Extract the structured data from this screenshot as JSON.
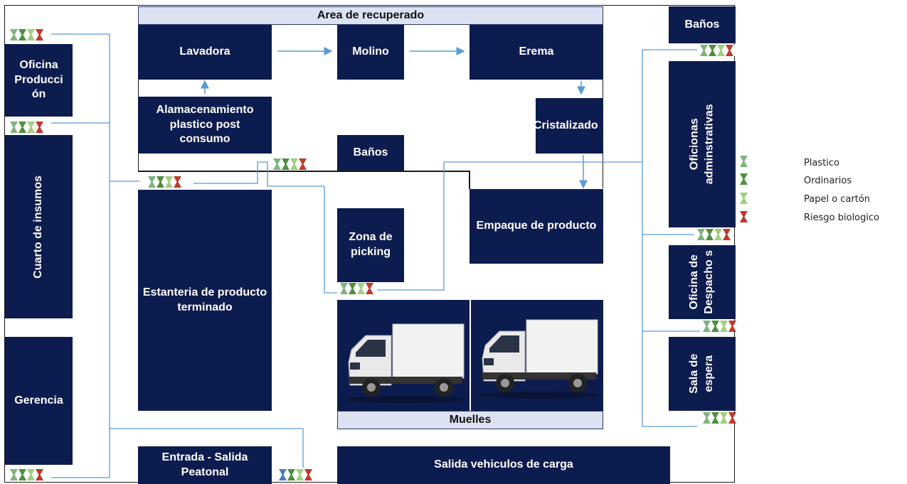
{
  "rooms": {
    "area_recuperado": "Area de recuperado",
    "lavadora": "Lavadora",
    "molino": "Molino",
    "erema": "Erema",
    "almacenamiento": "Alamacenamiento plastico post consumo",
    "banos_center": "Baños",
    "cristalizador": "Cristalizado",
    "empaque": "Empaque de producto",
    "oficina_produccion": "Oficina Producci ón",
    "cuarto_insumos": "Cuarto de insumos",
    "gerencia": "Gerencia",
    "estanteria": "Estanteria de producto terminado",
    "zona_picking": "Zona de picking",
    "muelles": "Muelles",
    "entrada_salida": "Entrada - Salida Peatonal",
    "salida_vehiculos": "Salida vehiculos de carga",
    "banos_right": "Baños",
    "oficinas_admin": "Oficionas adminstrativas",
    "oficina_despachos": "Oficina de Despacho s",
    "sala_espera": "Sala de espera"
  },
  "legend": {
    "plastico": "Plastico",
    "ordinarios": "Ordinarios",
    "papel": "Papel o cartón",
    "riesgo": "Riesgo biologico"
  },
  "colors": {
    "room_fill": "#0d1c4f",
    "header_fill": "#dce2f2",
    "flow_line": "#5b9bd5",
    "bin_plastico": "#7fb27f",
    "bin_ordinarios": "#4f8f3f",
    "bin_papel": "#9fcf7f",
    "bin_riesgo": "#c0392b",
    "bin_blue": "#4a7fc0"
  }
}
